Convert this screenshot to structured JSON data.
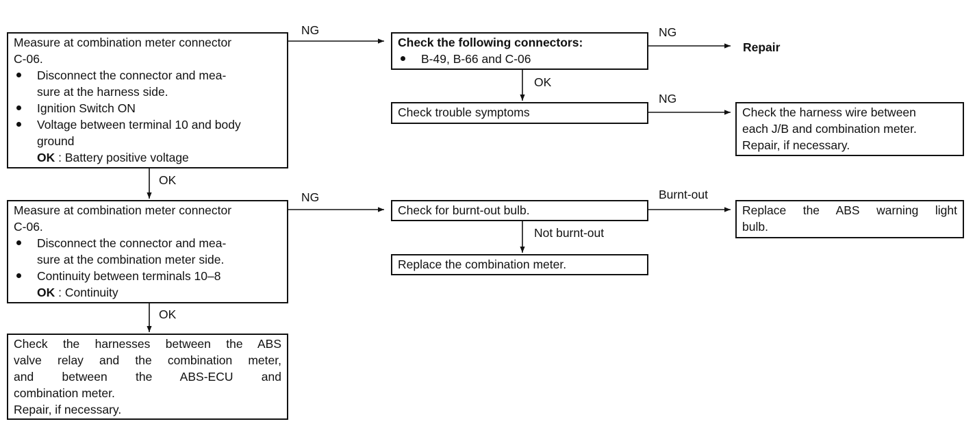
{
  "box1": {
    "line1": "Measure at combination meter connector",
    "line2": "C-06.",
    "bullet1_a": "Disconnect the connector and mea-",
    "bullet1_b": "sure at the harness side.",
    "bullet2": "Ignition Switch ON",
    "bullet3_a": "Voltage between terminal 10 and body",
    "bullet3_b": "ground",
    "ok_key": "OK",
    "ok_value": ": Battery positive voltage"
  },
  "box2": {
    "line1": "Measure at combination meter connector",
    "line2": "C-06.",
    "bullet1_a": "Disconnect the connector and mea-",
    "bullet1_b": "sure at the combination meter side.",
    "bullet2": "Continuity between terminals 10–8",
    "ok_key": "OK",
    "ok_value": ": Continuity"
  },
  "box3": {
    "line1": "Check the harnesses between the ABS",
    "line2": "valve relay and the combination meter,",
    "line3": "and between the ABS-ECU and",
    "line4": "combination meter.",
    "line5": "Repair, if necessary."
  },
  "box4": {
    "title": "Check the following connectors:",
    "bullet": "B-49, B-66 and C-06"
  },
  "box5": {
    "text": "Check trouble symptoms"
  },
  "box6": {
    "line1": "Check the harness wire between",
    "line2": "each J/B and combination meter.",
    "line3": "Repair, if necessary."
  },
  "box7": {
    "text": "Check for burnt-out bulb."
  },
  "box8": {
    "text": "Replace the combination meter."
  },
  "box9": {
    "line1": "Replace the ABS warning light",
    "line2": "bulb."
  },
  "repair": "Repair",
  "labels": {
    "ng_1": "NG",
    "ng_2": "NG",
    "ng_3": "NG",
    "ng_4": "NG",
    "ok_1": "OK",
    "ok_2": "OK",
    "ok_3": "OK",
    "burnt_out": "Burnt-out",
    "not_burnt_out": "Not burnt-out"
  }
}
